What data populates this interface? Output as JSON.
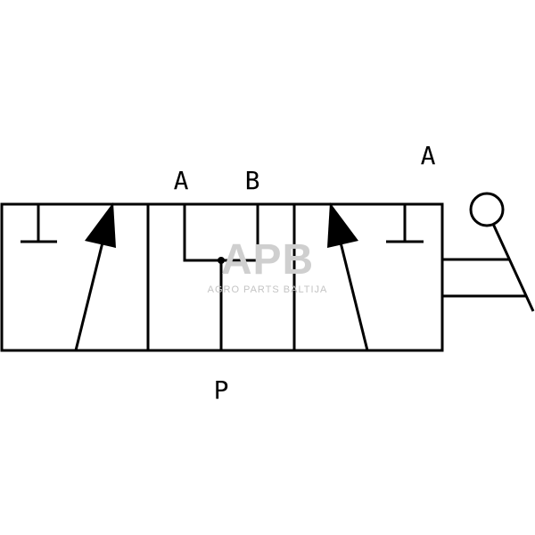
{
  "diagram": {
    "labels": {
      "port_a_top": "A",
      "port_b_top": "B",
      "port_a_right": "A",
      "port_p_bottom": "P"
    },
    "watermark": {
      "logo": "APB",
      "tagline": "AGRO PARTS BALTIJA"
    },
    "colors": {
      "line": "#000000",
      "background": "#ffffff",
      "watermark": "#cfcfcf"
    }
  }
}
